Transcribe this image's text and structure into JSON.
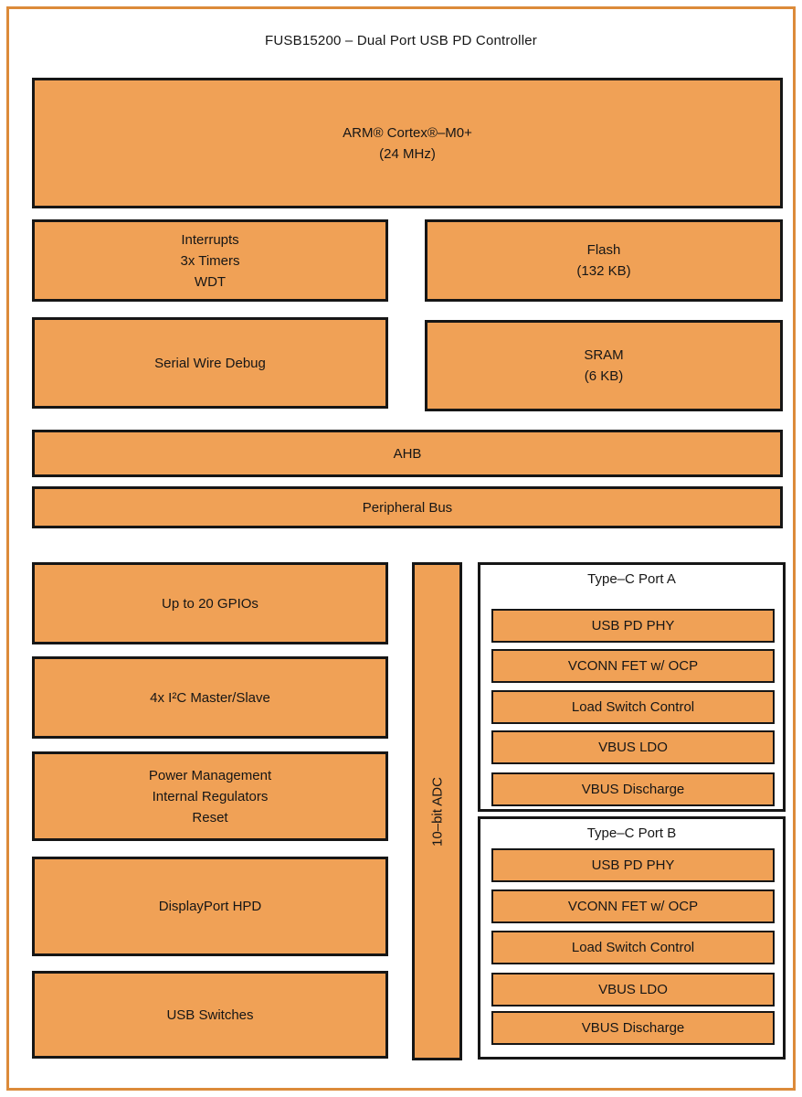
{
  "title": "FUSB15200 – Dual Port USB PD Controller",
  "colors": {
    "block_fill": "#F0A156",
    "block_border": "#161616",
    "frame_border": "#DC8B3A",
    "port_background": "#FFFFFF"
  },
  "cpu": {
    "line1": "ARM® Cortex®–M0+",
    "line2": "(24 MHz)"
  },
  "interrupts": {
    "line1": "Interrupts",
    "line2": "3x Timers",
    "line3": "WDT"
  },
  "flash": {
    "line1": "Flash",
    "line2": "(132 KB)"
  },
  "swd": {
    "label": "Serial Wire Debug"
  },
  "sram": {
    "line1": "SRAM",
    "line2": "(6 KB)"
  },
  "ahb": {
    "label": "AHB"
  },
  "peripheral_bus": {
    "label": "Peripheral Bus"
  },
  "gpio": {
    "label": "Up to 20 GPIOs"
  },
  "i2c": {
    "label": "4x I²C Master/Slave"
  },
  "power": {
    "line1": "Power Management",
    "line2": "Internal Regulators",
    "line3": "Reset"
  },
  "displayport": {
    "label": "DisplayPort HPD"
  },
  "usb_switches": {
    "label": "USB Switches"
  },
  "adc": {
    "label": "10–bit ADC"
  },
  "ports": [
    {
      "title": "Type–C Port A",
      "blocks": [
        "USB PD PHY",
        "VCONN FET w/ OCP",
        "Load Switch Control",
        "VBUS LDO",
        "VBUS Discharge"
      ]
    },
    {
      "title": "Type–C Port B",
      "blocks": [
        "USB PD PHY",
        "VCONN FET w/ OCP",
        "Load Switch Control",
        "VBUS LDO",
        "VBUS Discharge"
      ]
    }
  ]
}
